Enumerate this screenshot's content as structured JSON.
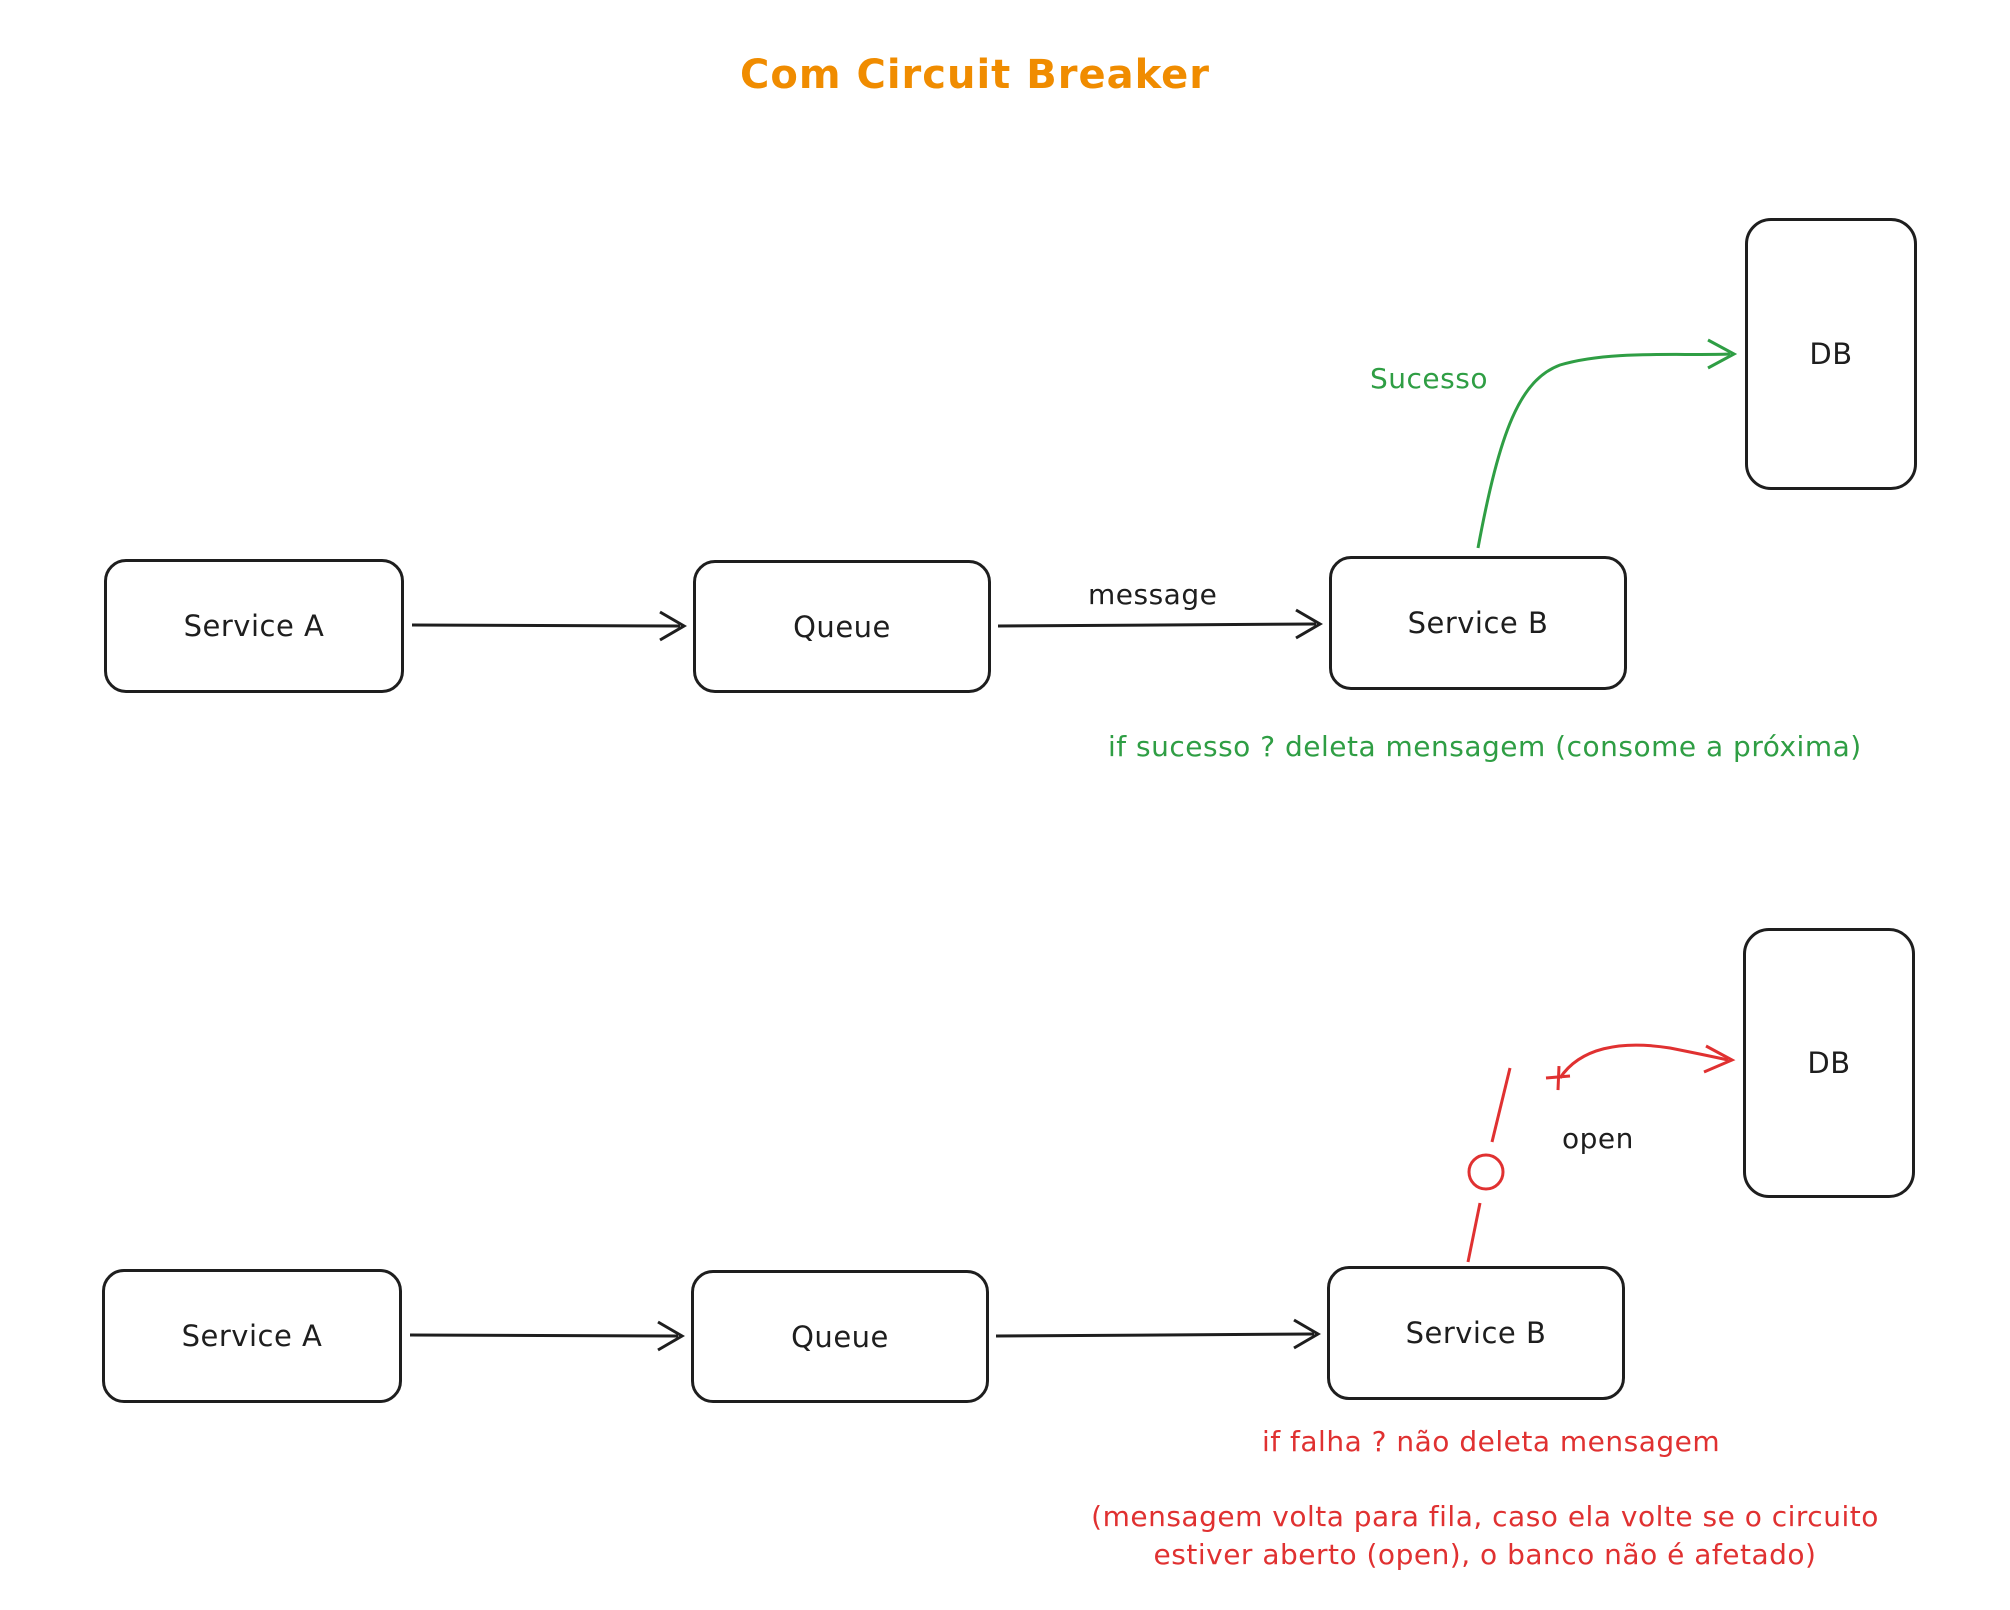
{
  "title": "Com Circuit Breaker",
  "colors": {
    "ink": "#1e1e1e",
    "title": "#f08c00",
    "success": "#2f9e44",
    "failure": "#e03131"
  },
  "top": {
    "service_a": "Service A",
    "queue": "Queue",
    "service_b": "Service B",
    "db": "DB",
    "message_label": "message",
    "success_label": "Sucesso",
    "note": "if sucesso ? deleta mensagem (consome a próxima)"
  },
  "bottom": {
    "service_a": "Service A",
    "queue": "Queue",
    "service_b": "Service B",
    "db": "DB",
    "open_label": "open",
    "note": "if falha ? não deleta mensagem",
    "note2_line1": "(mensagem volta para fila, caso ela volte se o circuito",
    "note2_line2": "estiver aberto (open), o banco não é afetado)"
  }
}
